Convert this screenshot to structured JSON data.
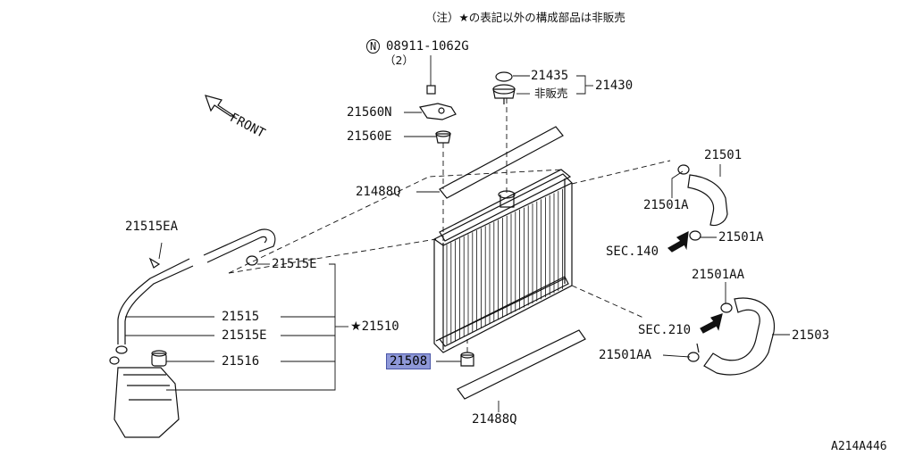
{
  "note": "（注）★の表記以外の構成部品は非販売",
  "front_label": "FRONT",
  "figure_code": "A214A446",
  "highlight_color": "#8e98d8",
  "parts": {
    "p08911_code": "08911-1062G",
    "p08911_prefix": "N",
    "p08911_qty": "（2）",
    "p21435": "21435",
    "p21430": "21430",
    "hibaibai": "非販売",
    "p21560N": "21560N",
    "p21560E": "21560E",
    "p21488Q_top": "21488Q",
    "p21488Q_bottom": "21488Q",
    "p21501": "21501",
    "p21501A_top": "21501A",
    "p21501A_bottom": "21501A",
    "sec140": "SEC.140",
    "p21501AA_top": "21501AA",
    "p21501AA_bottom": "21501AA",
    "sec210": "SEC.210",
    "p21503": "21503",
    "p21515EA": "21515EA",
    "p21515E_top": "21515E",
    "p21515": "21515",
    "p21515E": "21515E",
    "p21510_star": "★",
    "p21510": "21510",
    "p21516": "21516",
    "p21508": "21508"
  }
}
